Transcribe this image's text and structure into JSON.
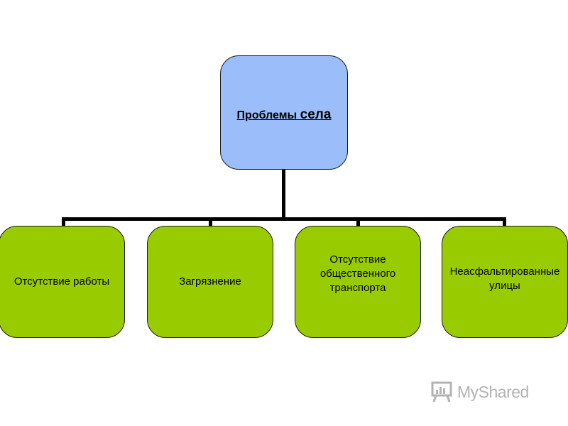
{
  "diagram": {
    "root": {
      "label_part1": "Проблемы",
      "label_part2": "села"
    },
    "children": [
      {
        "label": "Отсутствие работы"
      },
      {
        "label": "Загрязнение"
      },
      {
        "label": "Отсутствие общественного транспорта"
      },
      {
        "label": "Неасфальтированные улицы"
      }
    ]
  },
  "watermark": {
    "text": "MyShared"
  },
  "colors": {
    "root_fill": "#9bbdf9",
    "child_fill": "#99cc00",
    "connector": "#000000",
    "watermark": "#b3b3b3"
  }
}
